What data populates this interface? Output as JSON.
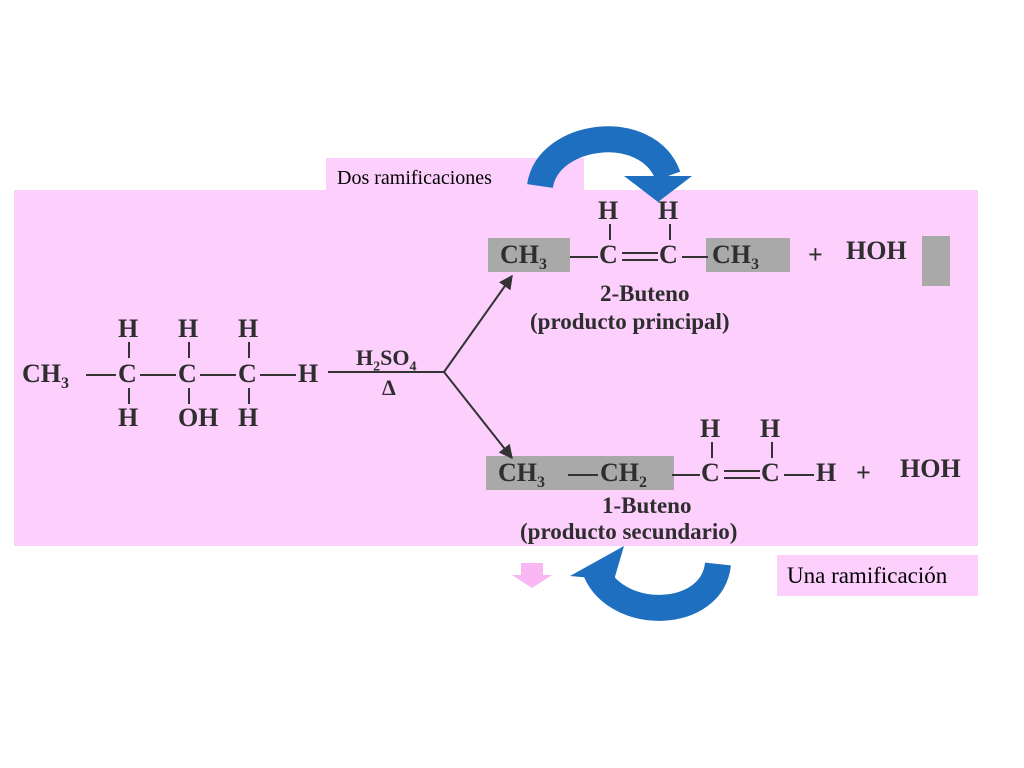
{
  "callouts": {
    "top": "Dos ramificaciones",
    "bottom": "Una ramificación"
  },
  "reactant": {
    "h_top": [
      "H",
      "H",
      "H"
    ],
    "chain": [
      "CH",
      "3",
      "C",
      "C",
      "C",
      "H"
    ],
    "h_bottom": [
      "H",
      "OH",
      "H"
    ]
  },
  "conditions": {
    "reagent_main": "H",
    "reagent_sub1": "2",
    "reagent_mid": "SO",
    "reagent_sub2": "4",
    "heat": "Δ"
  },
  "product_main": {
    "h_top": [
      "H",
      "H"
    ],
    "left": "CH",
    "left_sub": "3",
    "c1": "C",
    "c2": "C",
    "right": "CH",
    "right_sub": "3",
    "plus": "+",
    "byproduct": "HOH",
    "name": "2-Buteno",
    "desc": "(producto principal)"
  },
  "product_minor": {
    "h_top": [
      "H",
      "H"
    ],
    "part1": "CH",
    "part1_sub": "3",
    "part2": "CH",
    "part2_sub": "2",
    "c1": "C",
    "c2": "C",
    "h_end": "H",
    "plus": "+",
    "byproduct": "HOH",
    "name": "1-Buteno",
    "desc": "(producto secundario)"
  },
  "colors": {
    "panel": "#fccffc",
    "highlight": "#a9a9a9",
    "arrow_blue": "#1e6fbf",
    "pink_arrow": "#f9b8f3"
  },
  "icons": [
    "curved-arrow-icon",
    "curved-arrow-icon",
    "down-arrow-icon"
  ]
}
